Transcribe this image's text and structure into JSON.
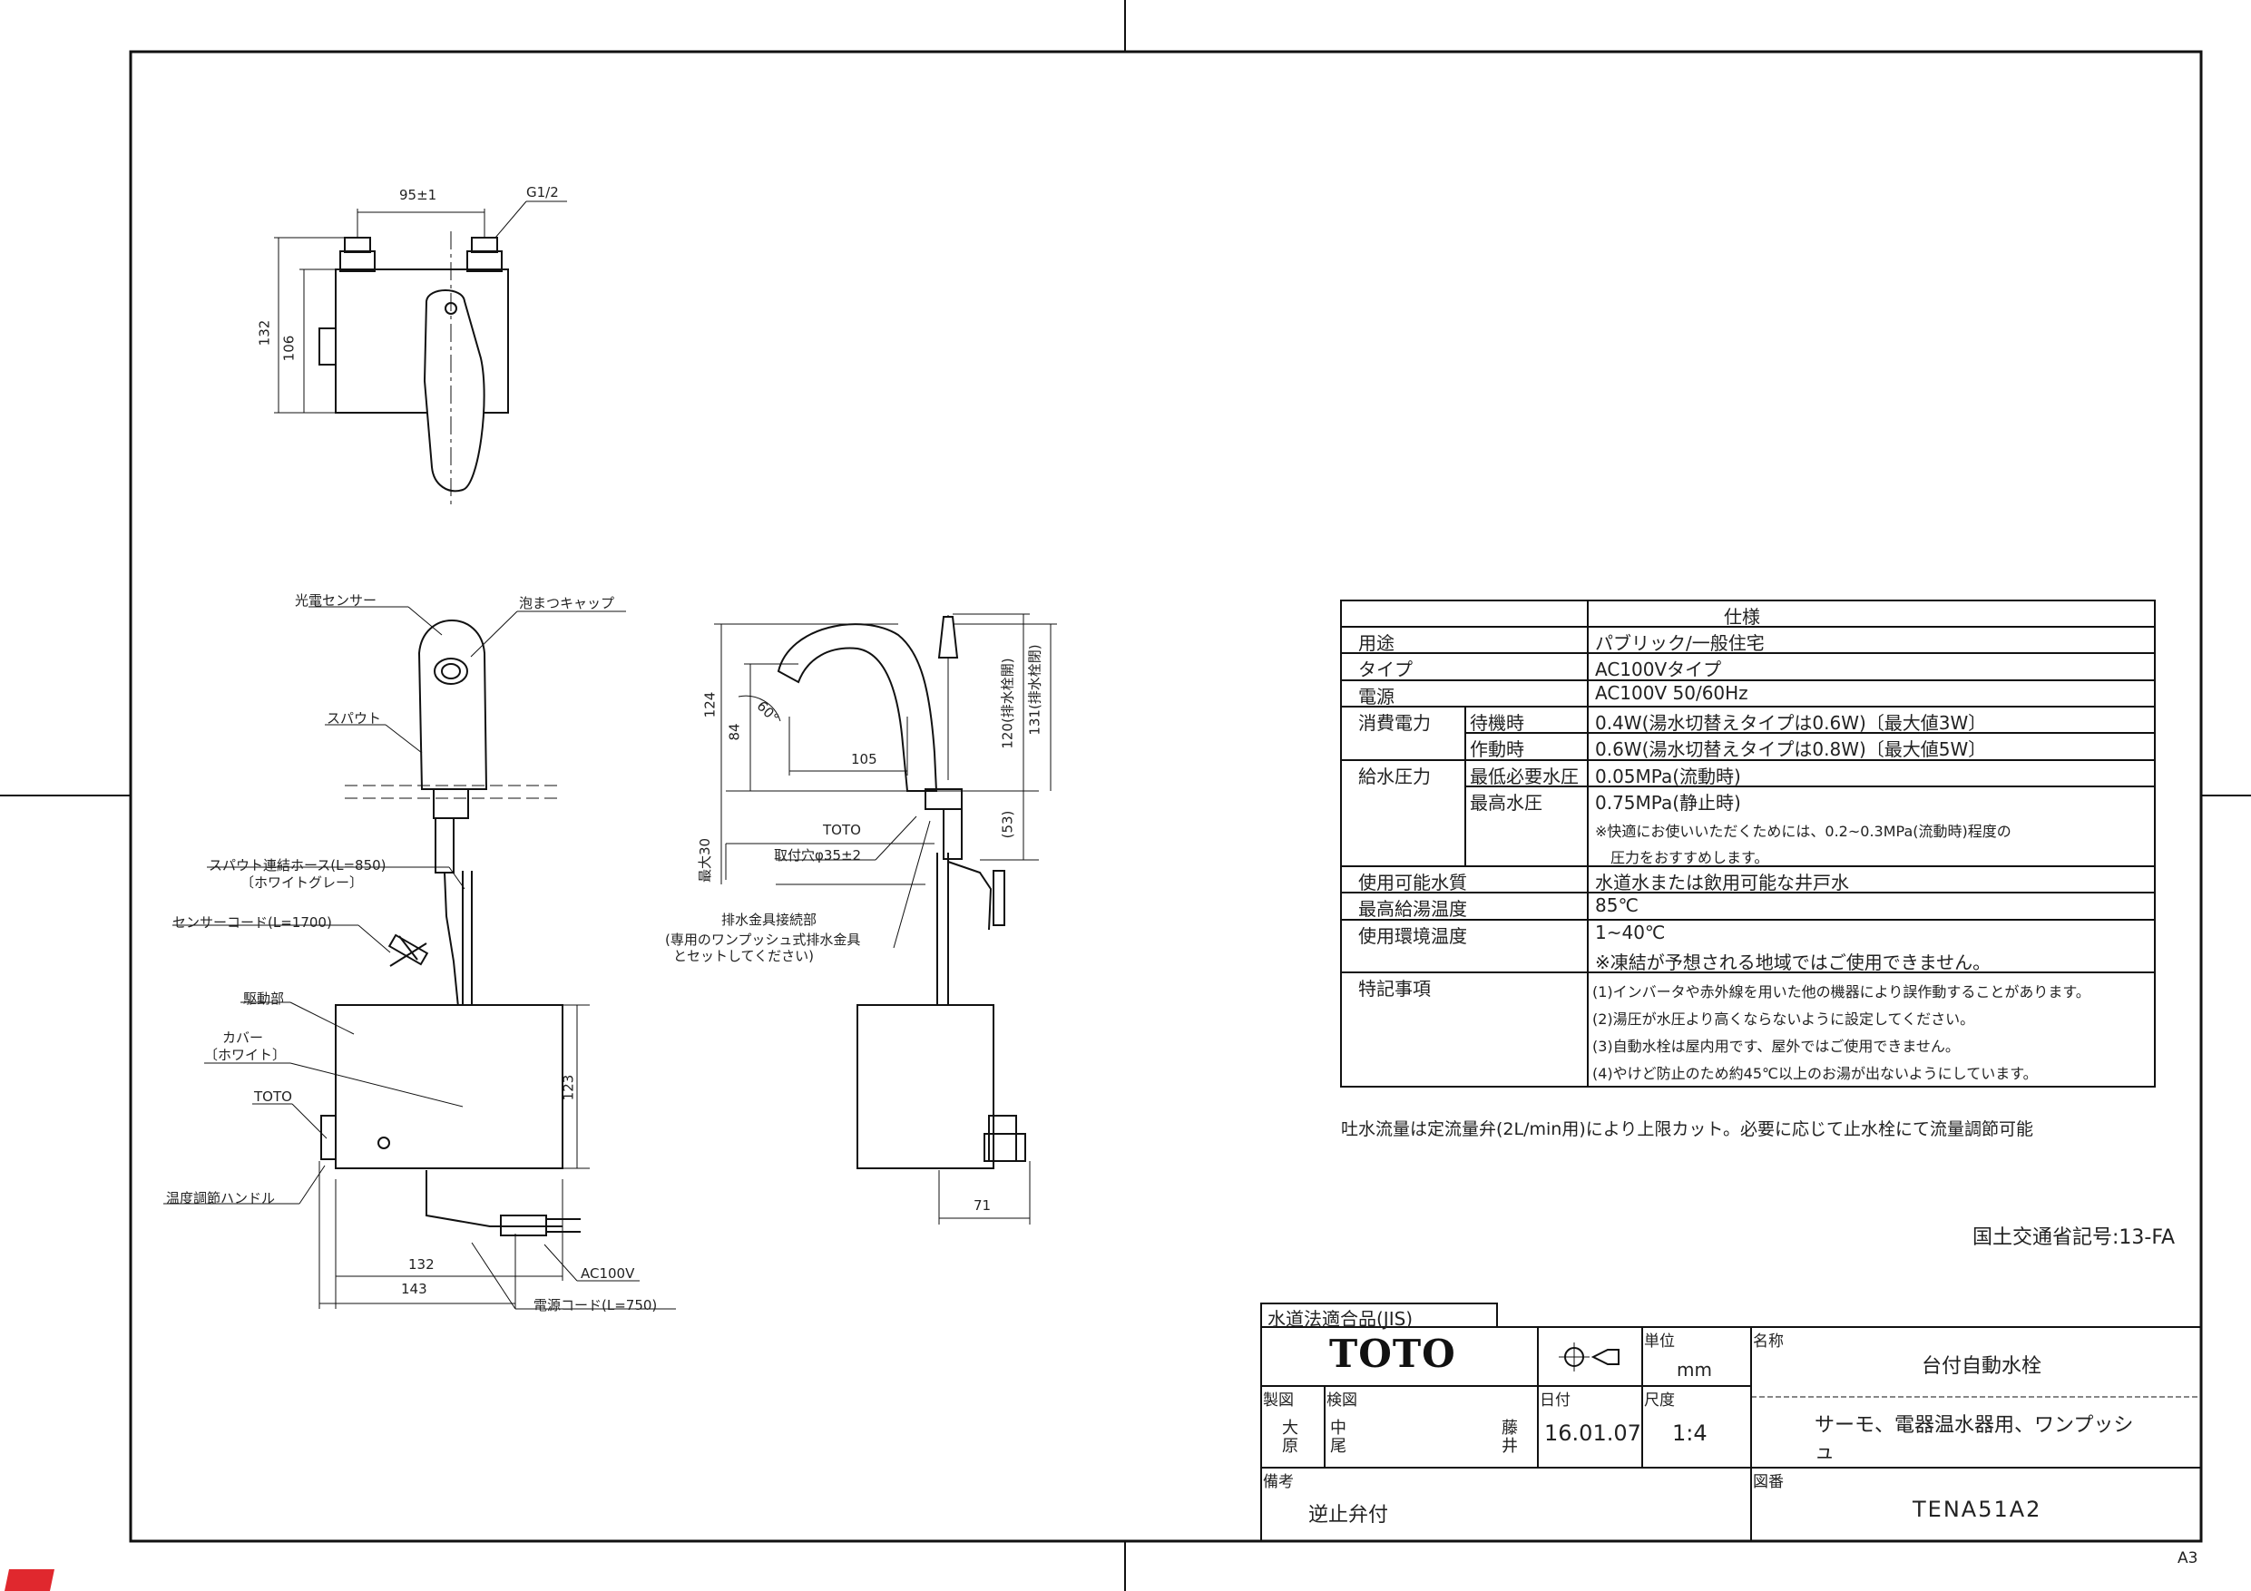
{
  "labels": {
    "top_width": "95±1",
    "thread": "G1/2",
    "h132": "132",
    "h106": "106",
    "sensor": "光電センサー",
    "cap": "泡まつキャップ",
    "spout": "スパウト",
    "hose_1": "スパウト連結ホース(L=850)",
    "hose_2": "〔ホワイトグレー〕",
    "sensor_cord": "センサーコード(L=1700)",
    "drive": "駆動部",
    "cover_1": "カバー",
    "cover_2": "〔ホワイト〕",
    "toto_left": "TOTO",
    "temp_handle": "温度調節ハンドル",
    "h123": "123",
    "w132": "132",
    "w143": "143",
    "ac": "AC100V",
    "power_cord": "電源コード(L=750)",
    "h124": "124",
    "h84": "84",
    "angle": "60°",
    "w105": "105",
    "h120": "120(排水栓開)",
    "h131": "131(排水栓閉)",
    "h53": "(53)",
    "toto_mid": "TOTO",
    "hole": "取付穴φ35±2",
    "max30": "最大30",
    "drain_1": "排水金具接続部",
    "drain_2": "(専用のワンプッシュ式排水金具",
    "drain_3": "とセットしてください)",
    "w71": "71"
  },
  "spec": {
    "header": "仕様",
    "rows": {
      "use_label": "用途",
      "use_value": "パブリック/一般住宅",
      "type_label": "タイプ",
      "type_value": "AC100Vタイプ",
      "power_label": "電源",
      "power_value": "AC100V 50/60Hz",
      "consumption_label": "消費電力",
      "standby_label": "待機時",
      "standby_value": "0.4W(湯水切替えタイプは0.6W)〔最大値3W〕",
      "operating_label": "作動時",
      "operating_value": "0.6W(湯水切替えタイプは0.8W)〔最大値5W〕",
      "pressure_label": "給水圧力",
      "min_label": "最低必要水圧",
      "min_value": "0.05MPa(流動時)",
      "max_label": "最高水圧",
      "max_value": "0.75MPa(静止時)",
      "pressure_note_1": "※快適にお使いいただくためには、0.2~0.3MPa(流動時)程度の",
      "pressure_note_2": "圧力をおすすめします。",
      "water_label": "使用可能水質",
      "water_value": "水道水または飲用可能な井戸水",
      "temp_label": "最高給湯温度",
      "temp_value": "85℃",
      "env_label": "使用環境温度",
      "env_value": "1~40℃",
      "env_note": "※凍結が予想される地域ではご使用できません。",
      "special_label": "特記事項",
      "special_1": "(1)インバータや赤外線を用いた他の機器により誤作動することがあります。",
      "special_2": "(2)湯圧が水圧より高くならないように設定してください。",
      "special_3": "(3)自動水栓は屋内用です、屋外ではご使用できません。",
      "special_4": "(4)やけど防止のため約45℃以上のお湯が出ないようにしています。"
    },
    "footnote": "吐水流量は定流量弁(2L/min用)により上限カット。必要に応じて止水栓にて流量調節可能"
  },
  "ministry_code": "国土交通省記号:13-FA",
  "title_block": {
    "jis": "水道法適合品(JIS)",
    "logo": "TOTO",
    "unit_label": "単位",
    "unit_value": "mm",
    "name_label": "名称",
    "name_value": "台付自動水栓",
    "desc_line1": "サーモ、電器温水器用、ワンプッシ",
    "desc_line2": "ュ",
    "drawn_label": "製図",
    "drawn_name_1": "大",
    "drawn_name_2": "原",
    "checked_label": "検図",
    "checked_name_1": "中",
    "checked_name_2": "尾",
    "approved_name_1": "藤",
    "approved_name_2": "井",
    "date_label": "日付",
    "date_value": "16.01.07",
    "scale_label": "尺度",
    "scale_value": "1:4",
    "remarks_label": "備考",
    "remarks_value": "逆止弁付",
    "dwg_label": "図番",
    "dwg_value": "TENA51A2"
  },
  "sheet_size": "A3"
}
